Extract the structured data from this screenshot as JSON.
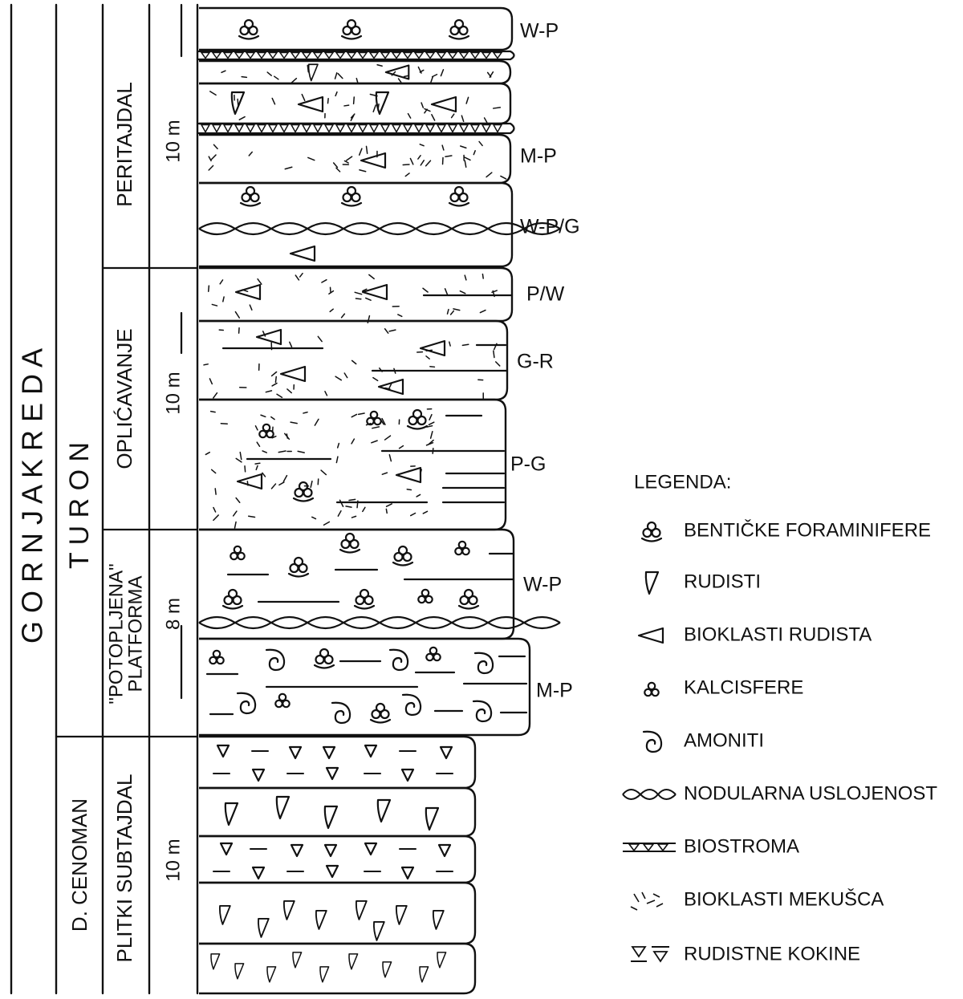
{
  "columns": {
    "era": "G O R N J A   K R E D A",
    "stage_upper": "T U R O N",
    "stage_lower": "D. CENOMAN",
    "facies": {
      "peritidal": "PERITAJDAL",
      "shoaling": "OPLIĆAVANJE",
      "drowned_line1": "\"POTOPLJENA\"",
      "drowned_line2": "PLATFORMA",
      "shallow_subtidal": "PLITKI SUBTAJDAL"
    },
    "scale": {
      "upper": "10 m",
      "middle": "10 m",
      "lower_mid": "8 m",
      "lower": "10 m"
    }
  },
  "textures": {
    "t1": "W-P",
    "t2": "M-P",
    "t3": "W-P/G",
    "t4": "P/W",
    "t5": "G-R",
    "t6": "P-G",
    "t7": "W-P",
    "t8": "M-P"
  },
  "legend": {
    "title": "LEGENDA:",
    "items": [
      {
        "icon": "benthic-foraminifera-icon",
        "label": "BENTIČKE FORAMINIFERE"
      },
      {
        "icon": "rudist-icon",
        "label": "RUDISTI"
      },
      {
        "icon": "rudist-bioclast-icon",
        "label": "BIOKLASTI RUDISTA"
      },
      {
        "icon": "calcisphere-icon",
        "label": "KALCISFERE"
      },
      {
        "icon": "ammonite-icon",
        "label": "AMONITI"
      },
      {
        "icon": "nodular-bedding-icon",
        "label": "NODULARNA USLOJENOST"
      },
      {
        "icon": "biostrome-icon",
        "label": "BIOSTROMA"
      },
      {
        "icon": "mollusc-bioclast-icon",
        "label": "BIOKLASTI MEKUŠCA"
      },
      {
        "icon": "rudist-coquina-icon",
        "label": "RUDISTNE KOKINE"
      }
    ]
  },
  "colors": {
    "ink": "#111111",
    "background": "#ffffff"
  }
}
